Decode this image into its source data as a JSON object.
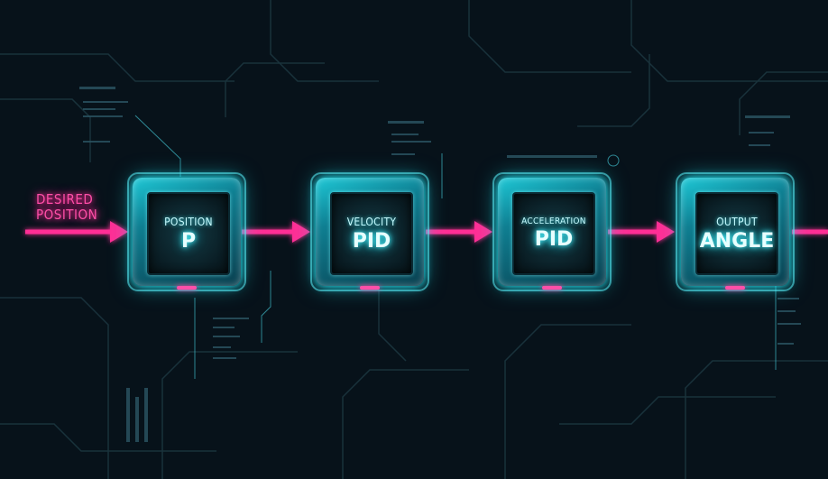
{
  "input": {
    "line1": "DESIRED",
    "line2": "POSITION"
  },
  "blocks": [
    {
      "line1": "POSITION",
      "line2": "P"
    },
    {
      "line1": "VELOCITY",
      "line2": "PID"
    },
    {
      "line1": "ACCELERATION",
      "line2": "PID"
    },
    {
      "line1": "OUTPUT",
      "line2": "ANGLE"
    }
  ],
  "colors": {
    "background": "#07121a",
    "circuit": "#1e3a44",
    "arrow": "#ff2d95",
    "block": "#22e3f2",
    "text": "#c8fbff"
  }
}
